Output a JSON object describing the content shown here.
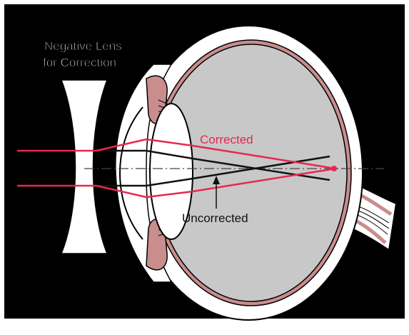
{
  "diagram": {
    "lens_label_line1": "Negative Lens",
    "lens_label_line2": "for Correction",
    "corrected_label": "Corrected",
    "uncorrected_label": "Uncorrected"
  },
  "colors": {
    "background": "#000000",
    "corrected_ray": "#e8274f",
    "uncorrected_ray": "#111111",
    "eye_tissue": "#c98d8d",
    "vitreous": "#c8c8c8",
    "sclera": "#ffffff"
  }
}
